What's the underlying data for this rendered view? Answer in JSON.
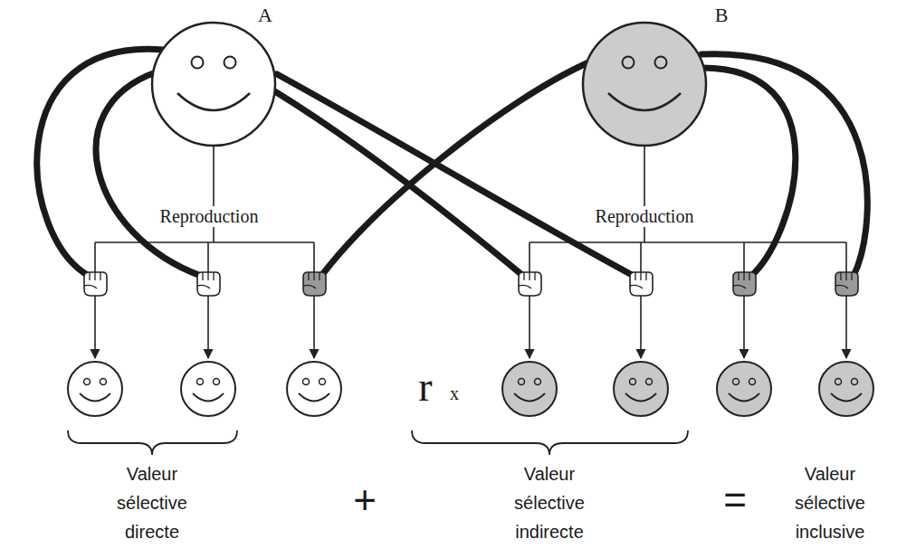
{
  "diagram": {
    "nodes": [
      {
        "text": [
          "A"
        ]
      },
      {
        "text": [
          "B"
        ]
      }
    ],
    "labels": [
      "Reproduction",
      "Reproduction",
      "r",
      "x",
      "Valeur sélective directe",
      "+",
      "Valeur sélective indirecte",
      "=",
      "Valeur sélective inclusive"
    ]
  }
}
